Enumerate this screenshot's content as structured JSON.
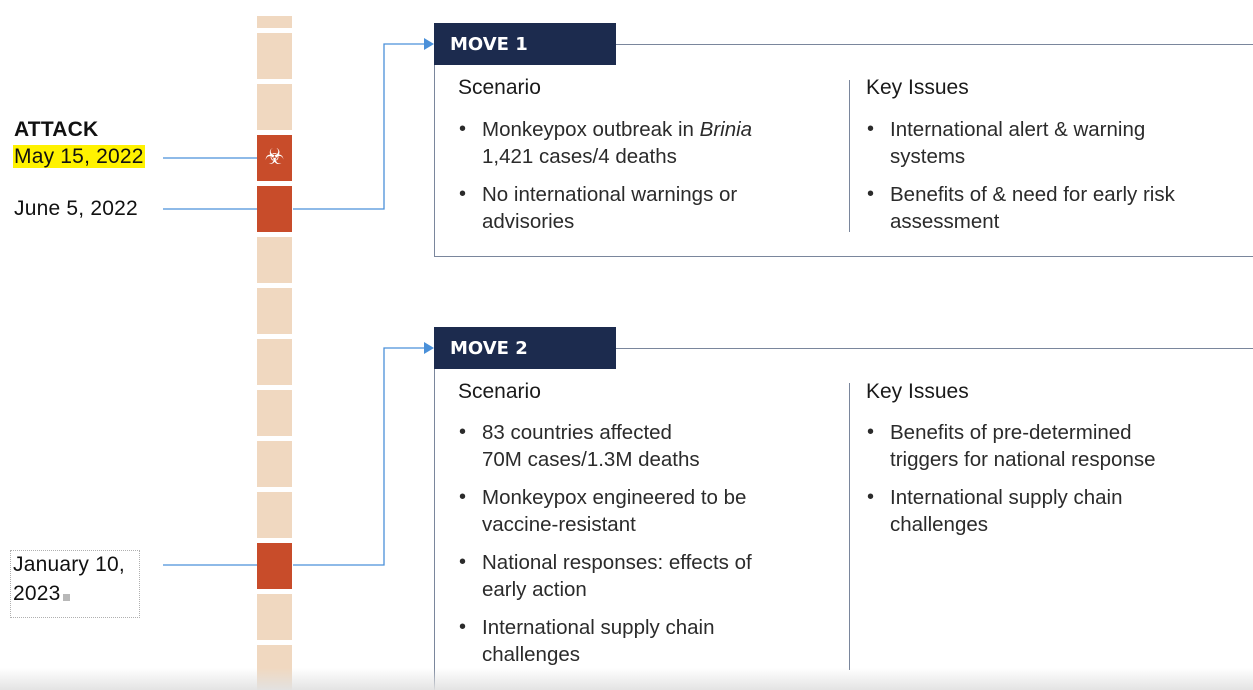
{
  "timeline": {
    "attack": {
      "heading": "ATTACK",
      "date": "May 15, 2022",
      "icon": "biohazard-icon"
    },
    "dates": [
      {
        "label": "June 5, 2022"
      },
      {
        "label_line1": "January 10,",
        "label_line2": "2023"
      }
    ]
  },
  "moves": [
    {
      "title": "MOVE 1",
      "scenario_heading": "Scenario",
      "scenario": [
        {
          "text": "Monkeypox outbreak in ",
          "emph": "Brinia",
          "line2": "1,421 cases/4 deaths"
        },
        {
          "text": "No international warnings or",
          "line2": "advisories"
        }
      ],
      "issues_heading": "Key Issues",
      "issues": [
        {
          "text": "International alert & warning",
          "line2": "systems"
        },
        {
          "text": "Benefits of & need for early risk",
          "line2": "assessment"
        }
      ]
    },
    {
      "title": "MOVE 2",
      "scenario_heading": "Scenario",
      "scenario": [
        {
          "text": "83 countries affected",
          "line2": "70M cases/1.3M deaths"
        },
        {
          "text": "Monkeypox engineered to be",
          "line2": "vaccine-resistant"
        },
        {
          "text": "National responses: effects of",
          "line2": "early action"
        },
        {
          "text": "International supply chain",
          "line2": "challenges"
        }
      ],
      "issues_heading": "Key Issues",
      "issues": [
        {
          "text": "Benefits of pre-determined",
          "line2": "triggers for national response"
        },
        {
          "text": "International supply chain",
          "line2": "challenges"
        }
      ]
    }
  ],
  "colors": {
    "segment_light": "#f0d8c0",
    "segment_active": "#c84c2a",
    "tab_navy": "#1c2b4e",
    "connector_blue": "#4a90d9",
    "highlight_yellow": "#fff200"
  }
}
